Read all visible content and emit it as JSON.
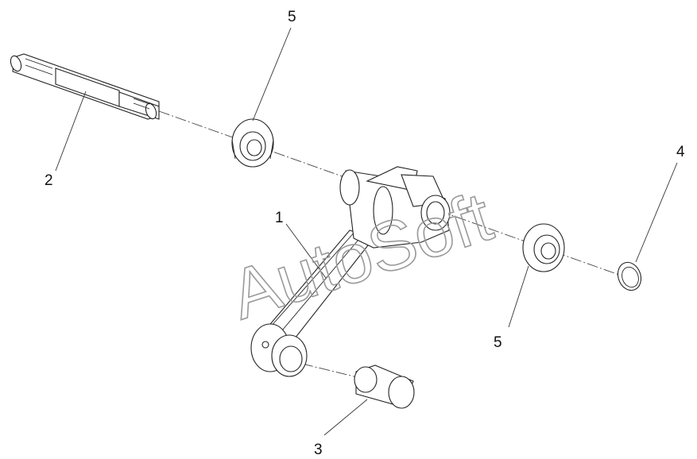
{
  "watermark": "AutoSoft",
  "callouts": {
    "part1": "1",
    "part2": "2",
    "part3": "3",
    "part4": "4",
    "part5_top": "5",
    "part5_bottom": "5"
  }
}
